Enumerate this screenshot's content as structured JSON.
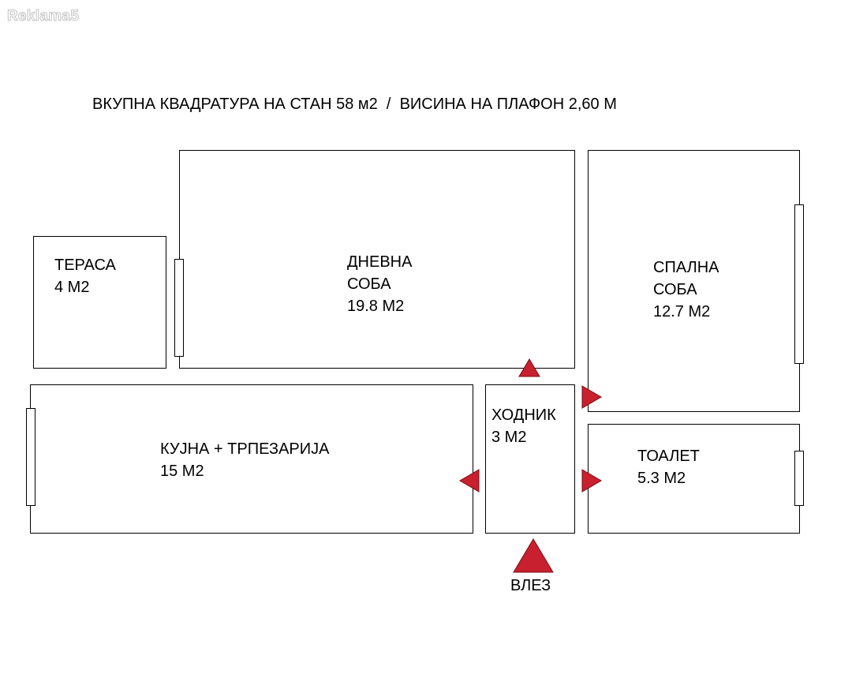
{
  "watermark": "Reklama5",
  "headline": "ВКУПНА КВАДРАТУРА НА СТАН 58 м2  /  ВИСИНА НА ПЛАФОН 2,60 М",
  "rooms": {
    "terrace": {
      "name": "ТЕРАСА",
      "area": "4 М2"
    },
    "living_room": {
      "name_line1": "ДНЕВНА",
      "name_line2": "СОБА",
      "area": "19.8 М2"
    },
    "bedroom": {
      "name_line1": "СПАЛНА",
      "name_line2": "СОБА",
      "area": "12.7 М2"
    },
    "kitchen": {
      "name": "КУЈНА + ТРПЕЗАРИЈА",
      "area": "15 М2"
    },
    "hallway": {
      "name": "ХОДНИК",
      "area": "3 М2"
    },
    "toilet": {
      "name": "ТОАЛЕТ",
      "area": "5.3 М2"
    }
  },
  "entrance": {
    "label": "ВЛЕЗ"
  },
  "colors": {
    "wall": "#000000",
    "door_marker": "#c8202e",
    "door_marker_outline": "#7a0d14"
  }
}
